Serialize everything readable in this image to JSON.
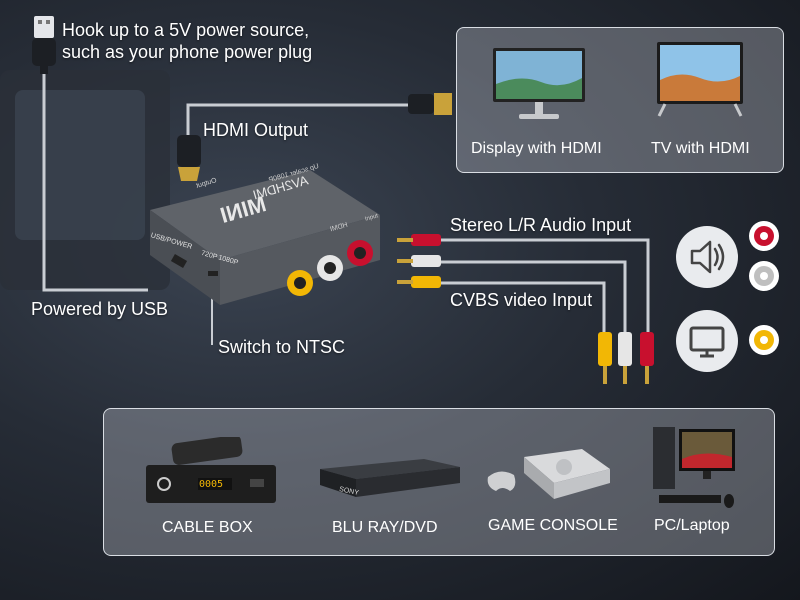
{
  "labels": {
    "power_line1": "Hook up to a 5V power source,",
    "power_line2": "such as your phone power plug",
    "hdmi_output": "HDMI Output",
    "powered_by_usb": "Powered by USB",
    "switch_ntsc": "Switch to NTSC",
    "stereo_audio": "Stereo L/R Audio Input",
    "cvbs_video": "CVBS video Input"
  },
  "device": {
    "brand": "MINI",
    "model": "AV2HDMI",
    "subtitle": "Up scaler 1080P",
    "port_left": "USB/POWER",
    "switch_720": "720P",
    "switch_1080": "1080P",
    "port_hdmi": "HDMI",
    "port_output": "Output",
    "port_input": "Input"
  },
  "displays": [
    {
      "label": "Display with HDMI"
    },
    {
      "label": "TV with HDMI"
    }
  ],
  "sources": [
    {
      "label": "CABLE BOX",
      "screen": "0005"
    },
    {
      "label": "BLU RAY/DVD",
      "brand": "SONY"
    },
    {
      "label": "GAME CONSOLE"
    },
    {
      "label": "PC/Laptop"
    }
  ],
  "colors": {
    "audio_red": "#c8102e",
    "audio_white": "#e6e6e6",
    "video_yellow": "#f2b705",
    "cable": "#c9cdd3"
  },
  "icons": [
    "usb-plug-icon",
    "hdmi-plug-icon",
    "speaker-icon",
    "monitor-icon"
  ]
}
